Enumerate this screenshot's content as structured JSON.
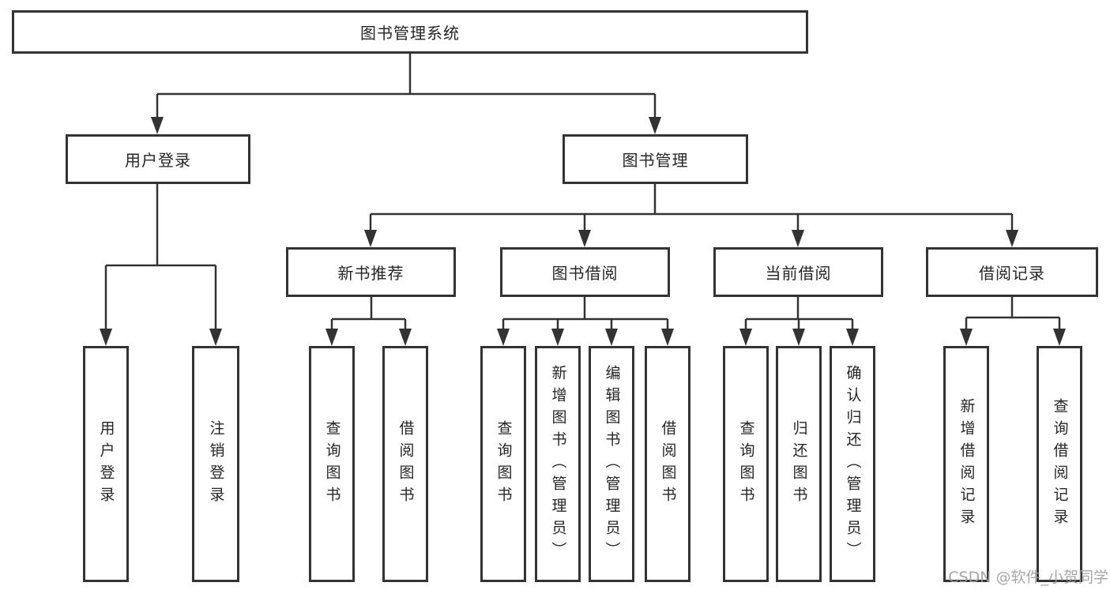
{
  "diagram_title": "图书管理系统",
  "colors": {
    "line": "#333333",
    "box_border": "#333333",
    "text": "#262626",
    "watermark": "#9e9e9e",
    "background": "#ffffff"
  },
  "tree": {
    "label": "图书管理系统",
    "children": [
      {
        "label": "用户登录",
        "children": [
          {
            "label": "用户登录"
          },
          {
            "label": "注销登录"
          }
        ]
      },
      {
        "label": "图书管理",
        "children": [
          {
            "label": "新书推荐",
            "children": [
              {
                "label": "查询图书"
              },
              {
                "label": "借阅图书"
              }
            ]
          },
          {
            "label": "图书借阅",
            "children": [
              {
                "label": "查询图书"
              },
              {
                "label": "新增图书（管理员）"
              },
              {
                "label": "编辑图书（管理员）"
              },
              {
                "label": "借阅图书"
              }
            ]
          },
          {
            "label": "当前借阅",
            "children": [
              {
                "label": "查询图书"
              },
              {
                "label": "归还图书"
              },
              {
                "label": "确认归还（管理员）"
              }
            ]
          },
          {
            "label": "借阅记录",
            "children": [
              {
                "label": "新增借阅记录"
              },
              {
                "label": "查询借阅记录"
              }
            ]
          }
        ]
      }
    ]
  },
  "watermark": {
    "text": "CSDN @软件_小贺同学"
  }
}
